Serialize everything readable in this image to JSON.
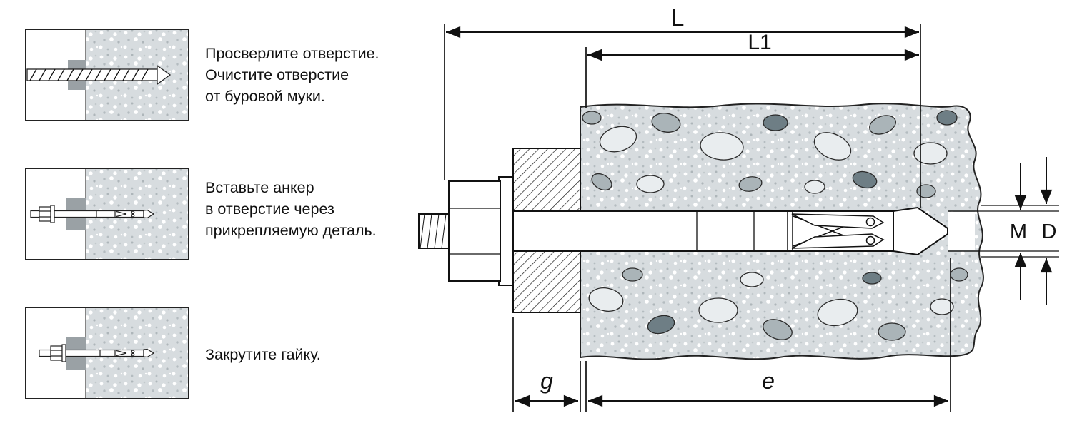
{
  "steps": [
    {
      "lines": [
        "Просверлите отверстие.",
        "Очистите отверстие",
        "от буровой муки."
      ]
    },
    {
      "lines": [
        "Вставьте анкер",
        "в отверстие через",
        "прикрепляемую деталь."
      ]
    },
    {
      "lines": [
        "Закрутите гайку."
      ]
    }
  ],
  "dims": {
    "L": "L",
    "L1": "L1",
    "M": "M",
    "D": "D",
    "g": "g",
    "e": "e"
  },
  "colors": {
    "concrete_base": "#d7dcdf",
    "stone_light": "#e9edef",
    "stone_mid": "#aab4b8",
    "stone_dark": "#6e7e85",
    "attached_part": "#9aa1a5",
    "line": "#111111"
  }
}
